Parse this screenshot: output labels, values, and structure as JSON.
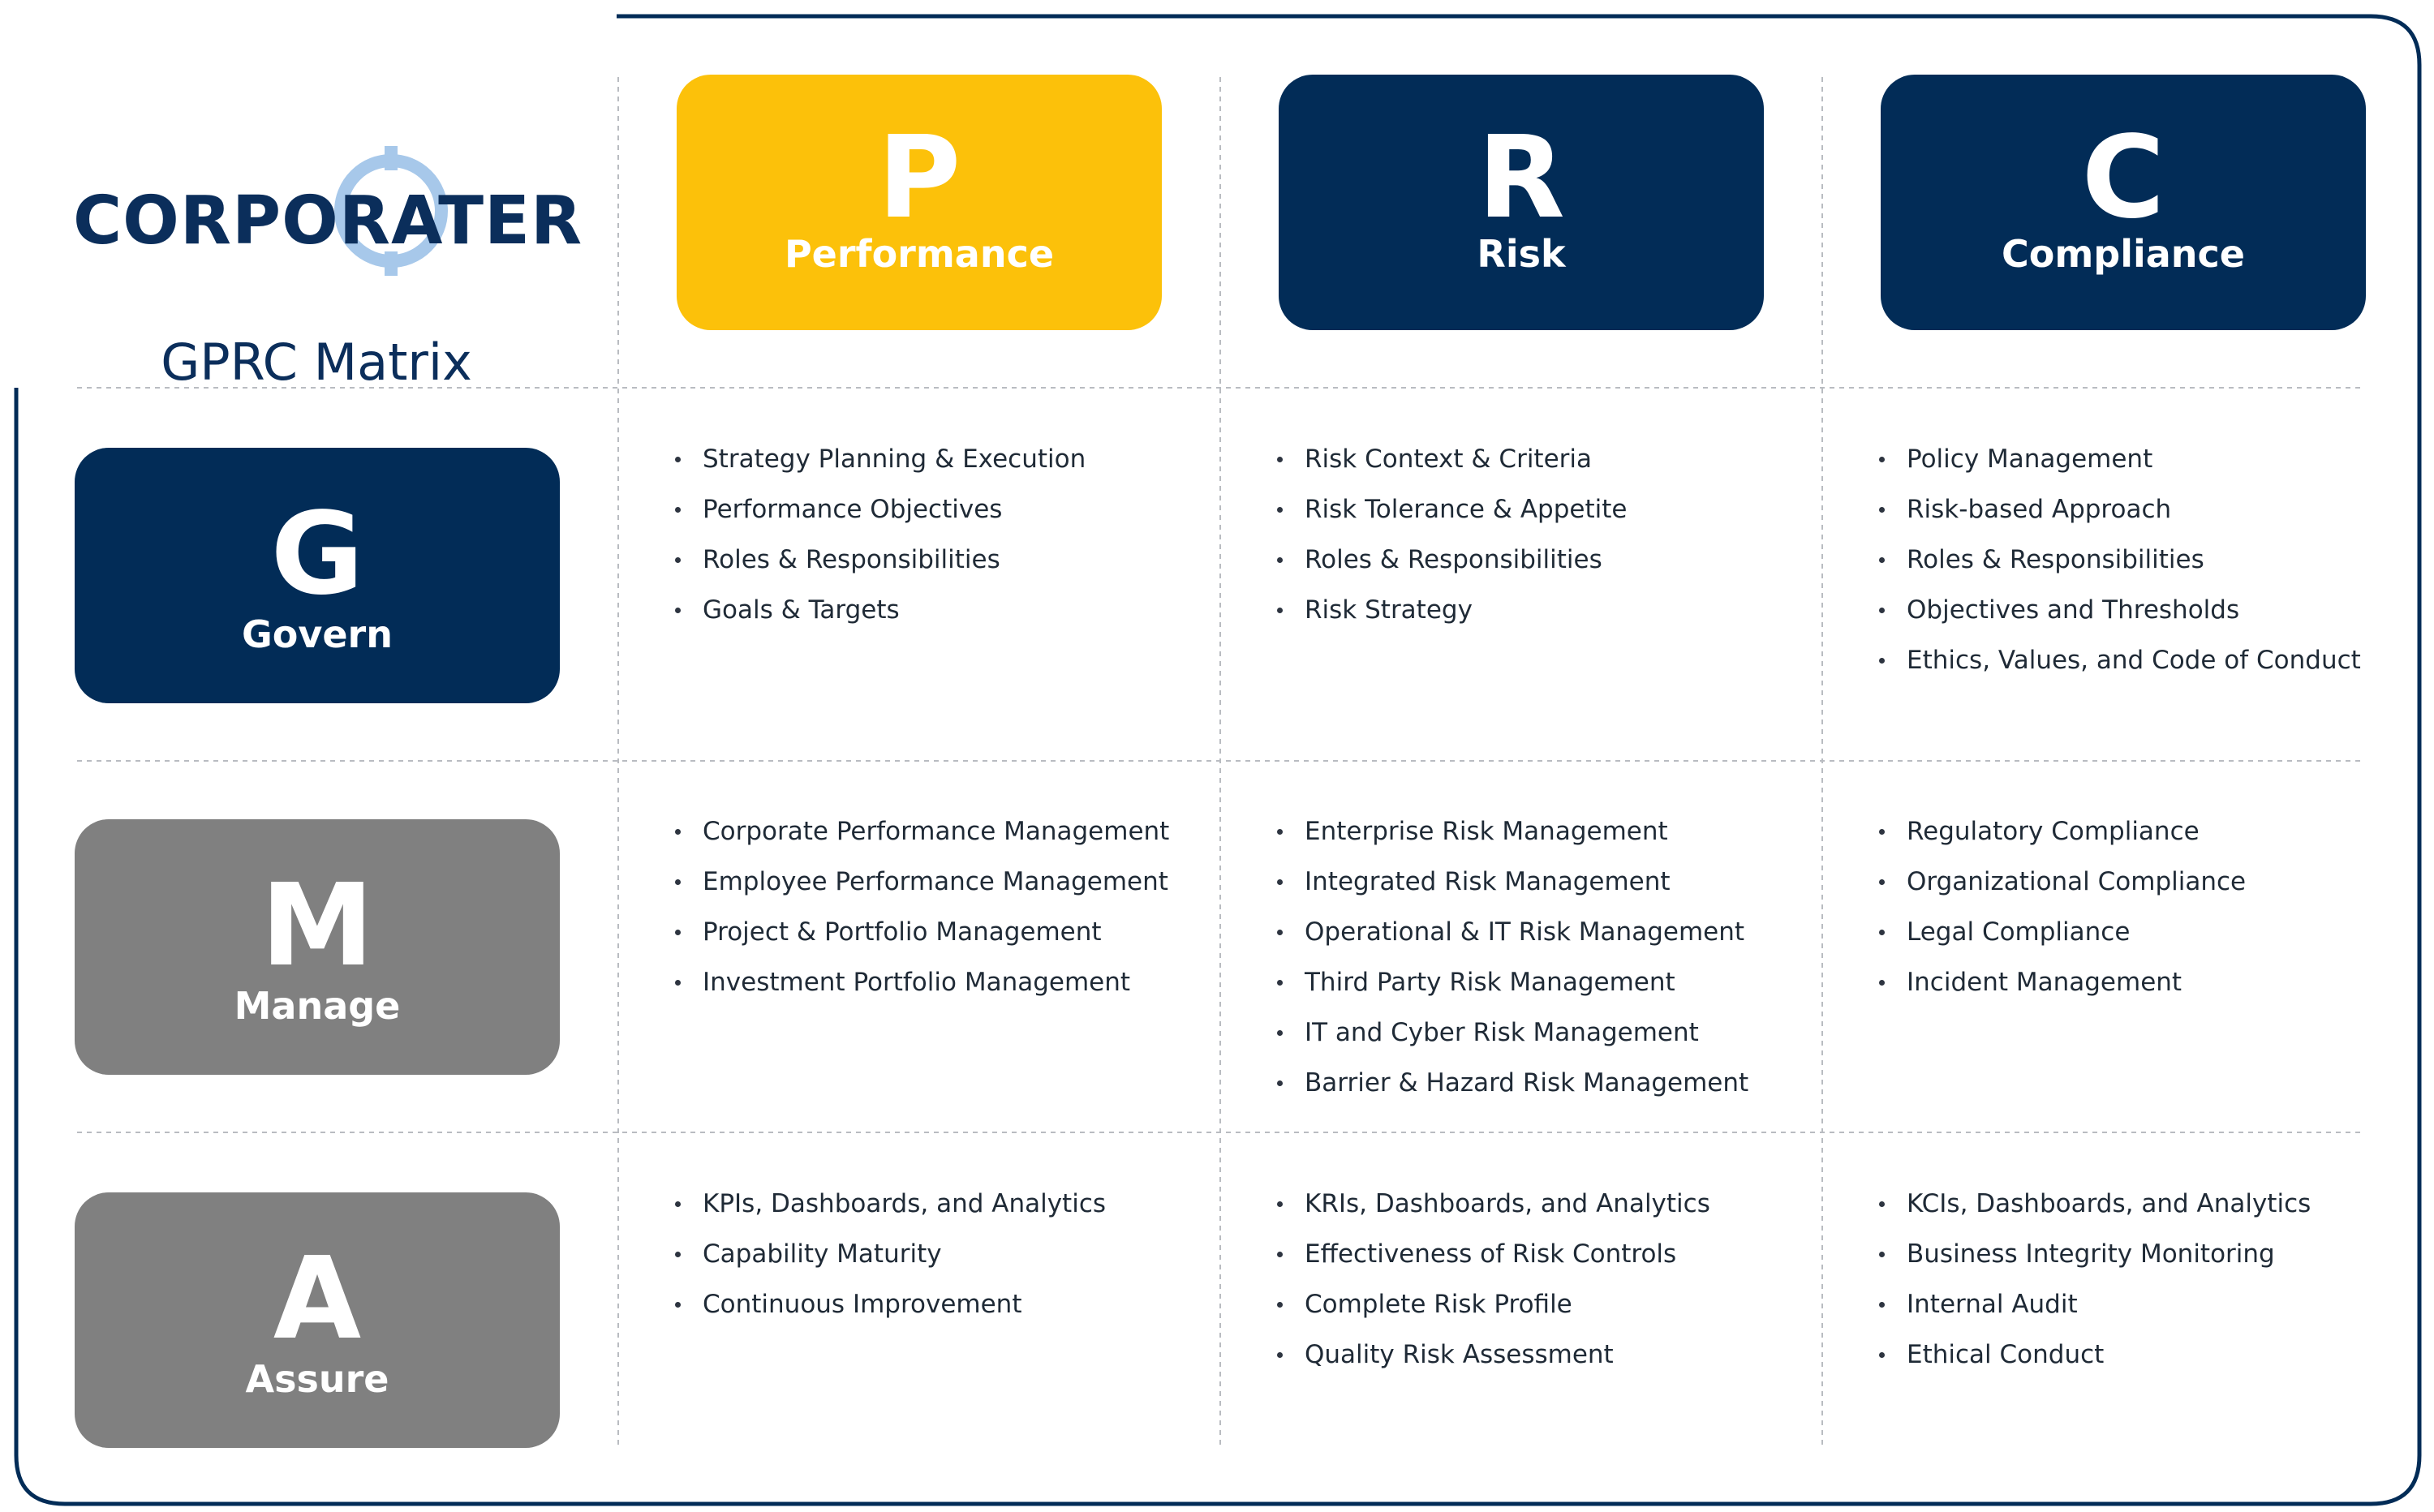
{
  "logo": {
    "wordmark": "CORPORATER",
    "subtitle": "GPRC Matrix"
  },
  "colors": {
    "navy": "#022c57",
    "gold": "#fcc10a",
    "gray": "#808080",
    "logo_ring": "#a7c8ea"
  },
  "columns": [
    {
      "letter": "P",
      "label": "Performance",
      "color": "gold"
    },
    {
      "letter": "R",
      "label": "Risk",
      "color": "navy"
    },
    {
      "letter": "C",
      "label": "Compliance",
      "color": "navy"
    }
  ],
  "rows": [
    {
      "letter": "G",
      "label": "Govern",
      "color": "navy"
    },
    {
      "letter": "M",
      "label": "Manage",
      "color": "gray"
    },
    {
      "letter": "A",
      "label": "Assure",
      "color": "gray"
    }
  ],
  "cells": {
    "govern": {
      "performance": [
        "Strategy Planning & Execution",
        "Performance Objectives",
        "Roles & Responsibilities",
        "Goals & Targets"
      ],
      "risk": [
        "Risk Context & Criteria",
        "Risk Tolerance & Appetite",
        "Roles & Responsibilities",
        "Risk Strategy"
      ],
      "compliance": [
        "Policy Management",
        "Risk-based Approach",
        "Roles & Responsibilities",
        "Objectives and Thresholds",
        "Ethics, Values, and Code of Conduct"
      ]
    },
    "manage": {
      "performance": [
        "Corporate Performance Management",
        "Employee Performance Management",
        "Project & Portfolio Management",
        "Investment Portfolio Management"
      ],
      "risk": [
        "Enterprise Risk Management",
        "Integrated Risk Management",
        "Operational & IT Risk Management",
        "Third Party Risk Management",
        "IT and Cyber Risk Management",
        "Barrier & Hazard Risk Management"
      ],
      "compliance": [
        "Regulatory Compliance",
        "Organizational Compliance",
        "Legal Compliance",
        "Incident Management"
      ]
    },
    "assure": {
      "performance": [
        "KPIs, Dashboards, and Analytics",
        "Capability Maturity",
        "Continuous Improvement"
      ],
      "risk": [
        "KRIs, Dashboards, and Analytics",
        "Effectiveness of Risk Controls",
        "Complete Risk Profile",
        "Quality Risk Assessment"
      ],
      "compliance": [
        "KCIs, Dashboards, and Analytics",
        "Business Integrity Monitoring",
        "Internal Audit",
        "Ethical Conduct"
      ]
    }
  }
}
